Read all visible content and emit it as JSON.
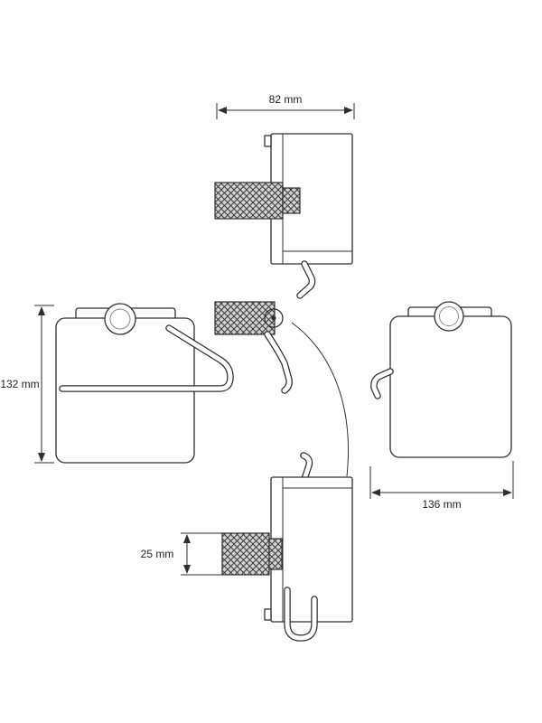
{
  "diagram": {
    "type": "technical-drawing",
    "subject": "wall-mounted toilet paper holder with cover, multi-view dimensional drawing",
    "dimensions": {
      "top_width": "82 mm",
      "front_height": "132 mm",
      "side_width": "136 mm",
      "roller_height": "25 mm"
    }
  },
  "colors": {
    "line": "#2e2e2e",
    "background": "#ffffff",
    "knurl_fill": "#d2d2d2",
    "knurl_hatch": "#3c3c3c"
  }
}
